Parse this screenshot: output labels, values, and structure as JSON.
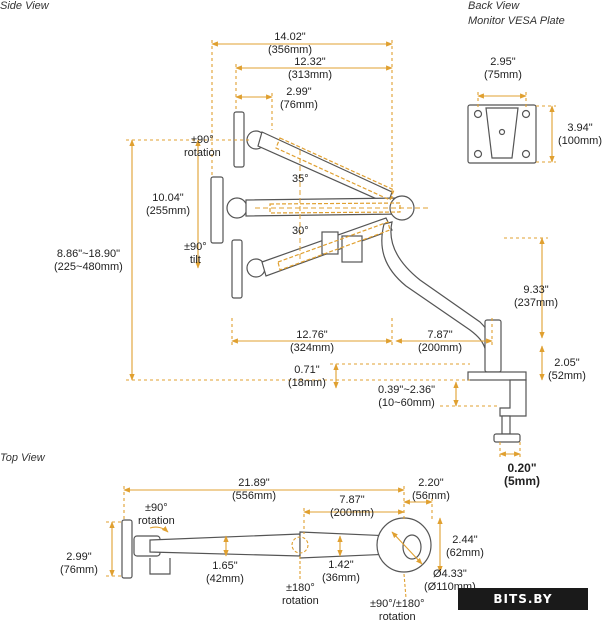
{
  "views": {
    "side": "Side View",
    "back_line1": "Back View",
    "back_line2": "Monitor VESA Plate",
    "top": "Top View"
  },
  "side": {
    "reach_total": [
      "14.02\"",
      "(356mm)"
    ],
    "reach_arm": [
      "12.32\"",
      "(313mm)"
    ],
    "head_offset": [
      "2.99\"",
      "(76mm)"
    ],
    "rotation": [
      "±90°",
      "rotation"
    ],
    "tilt_up": "35°",
    "tilt_down": "30°",
    "tilt": [
      "±90°",
      "tilt"
    ],
    "height_range": [
      "8.86\"~18.90\"",
      "(225~480mm)"
    ],
    "lift_range": [
      "10.04\"",
      "(255mm)"
    ],
    "arm_span": [
      "12.76\"",
      "(324mm)"
    ],
    "pole_offset": [
      "7.87\"",
      "(200mm)"
    ],
    "pole_height": [
      "9.33\"",
      "(237mm)"
    ],
    "base_height": [
      "2.05\"",
      "(52mm)"
    ],
    "clamp_plate": [
      "0.71\"",
      "(18mm)"
    ],
    "desk_range": [
      "0.39\"~2.36\"",
      "(10~60mm)"
    ],
    "grommet": [
      "0.20\"",
      "(5mm)"
    ]
  },
  "back": {
    "vesa_w": [
      "2.95\"",
      "(75mm)"
    ],
    "vesa_h": [
      "3.94\"",
      "(100mm)"
    ]
  },
  "top": {
    "total_len": [
      "21.89\"",
      "(556mm)"
    ],
    "forearm_len": [
      "7.87\"",
      "(200mm)"
    ],
    "base_offset": [
      "2.20\"",
      "(56mm)"
    ],
    "head_rotation": [
      "±90°",
      "rotation"
    ],
    "head_width": [
      "2.99\"",
      "(76mm)"
    ],
    "arm_width": [
      "1.65\"",
      "(42mm)"
    ],
    "mid_rotation": [
      "±180°",
      "rotation"
    ],
    "forearm_width": [
      "1.42\"",
      "(36mm)"
    ],
    "base_width": [
      "2.44\"",
      "(62mm)"
    ],
    "base_diameter": [
      "Ø4.33\"",
      "(Ø110mm)"
    ],
    "base_rotation": [
      "±90°/±180°",
      "rotation"
    ]
  },
  "brand": "BITS.BY",
  "colors": {
    "dimension": "#e0a030",
    "outline": "#555555",
    "fill": "#ffffff",
    "brand_bg": "#1a1a1a"
  }
}
